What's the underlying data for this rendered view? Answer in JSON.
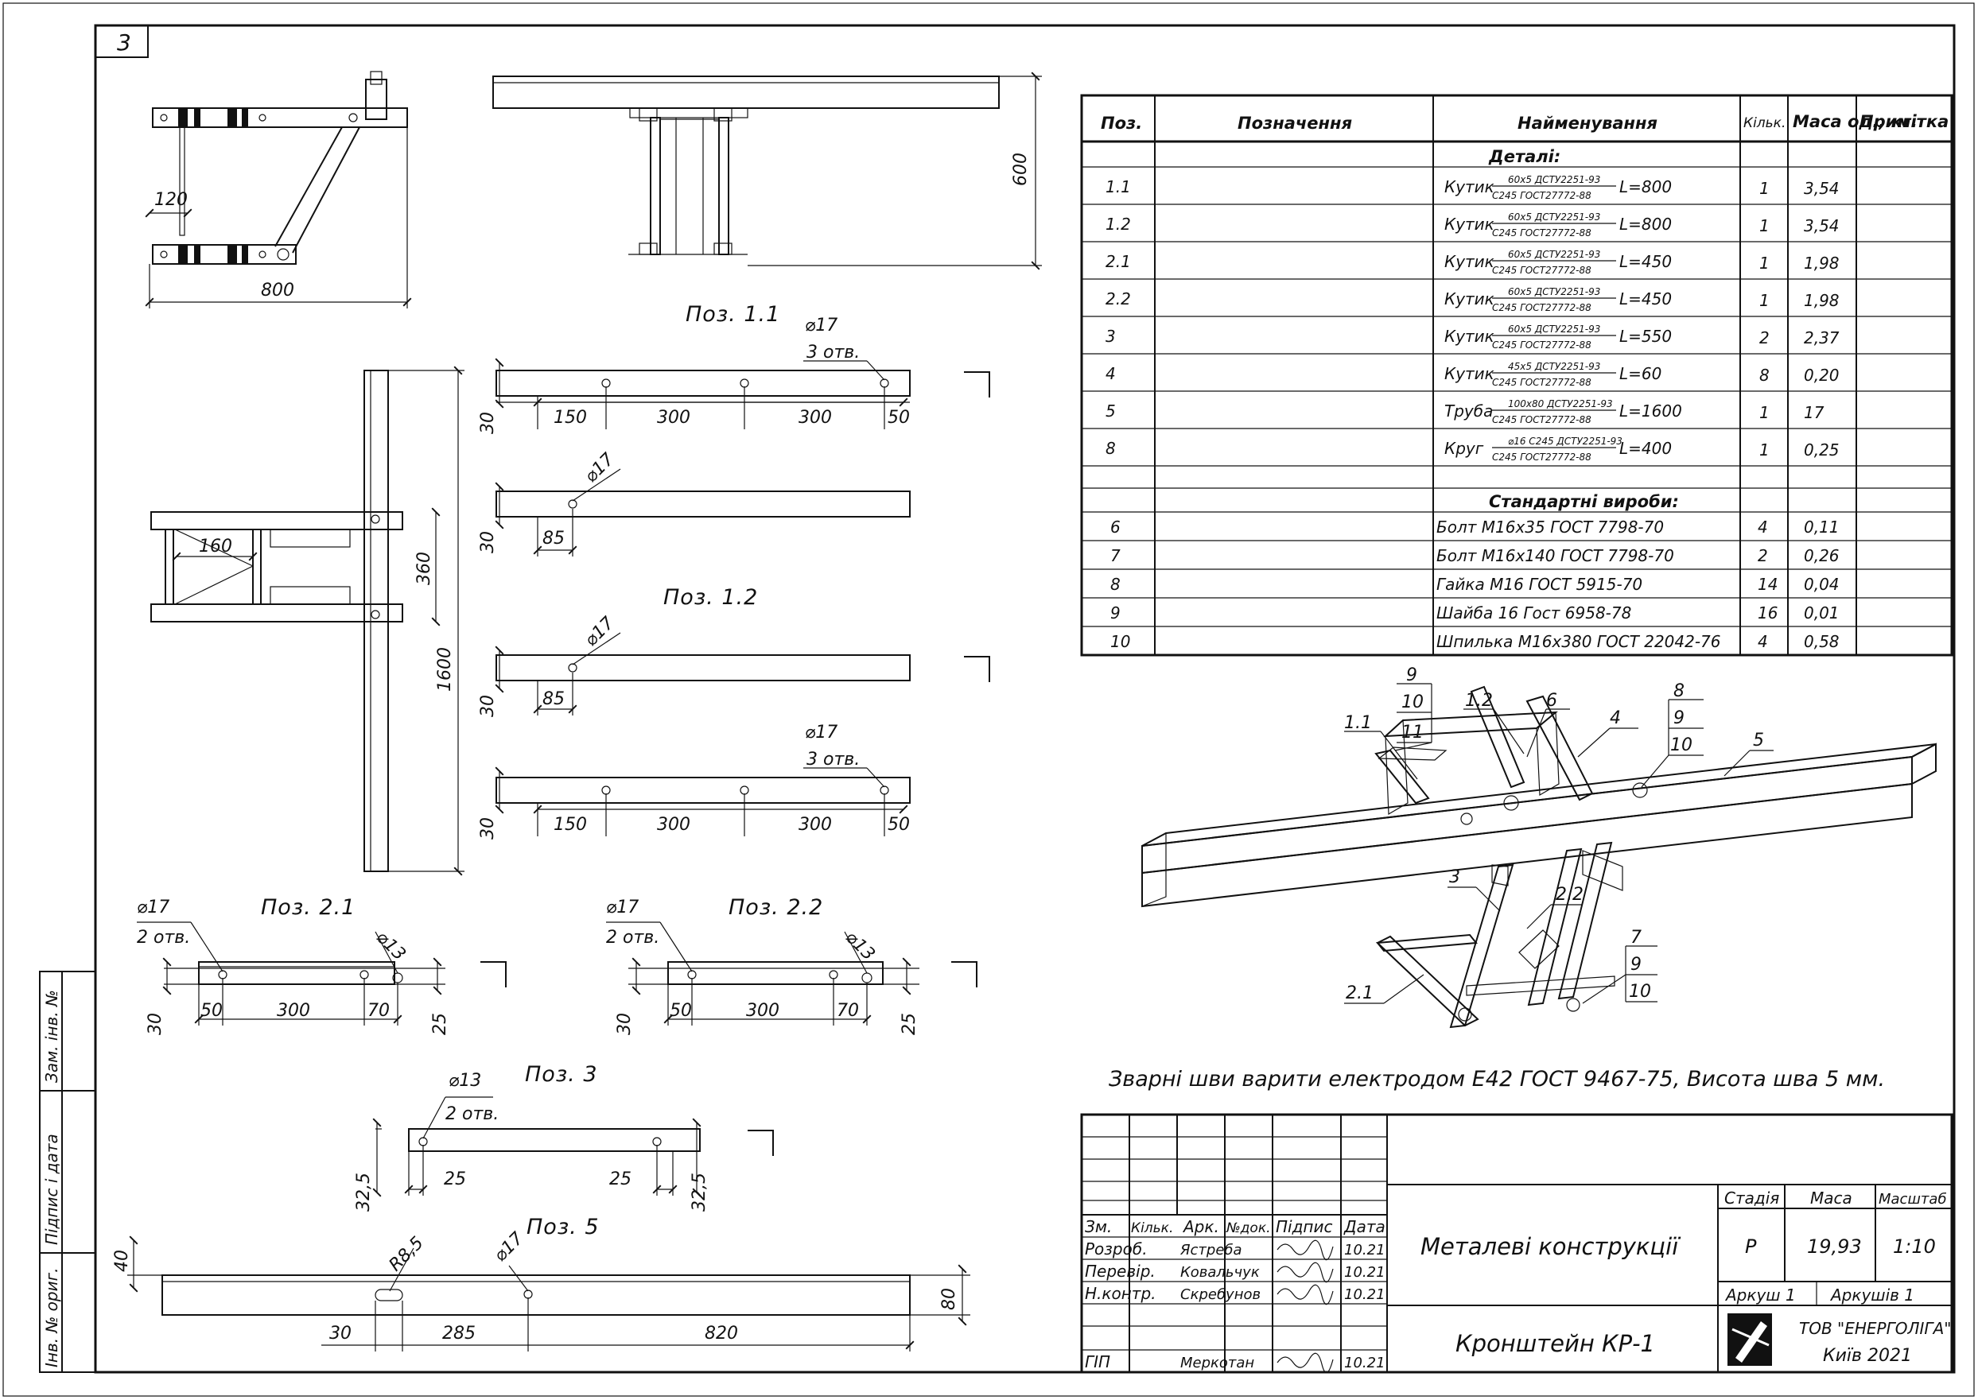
{
  "sheet": {
    "number": "3",
    "note": "Зварні шви варити електродом Е42 ГОСТ 9467-75, Висота шва 5 мм.",
    "side_labels": [
      "Інв. № ориг.",
      "Підпис і дата",
      "Зам. інв. №"
    ]
  },
  "views": {
    "top": {
      "dim_width": "800",
      "dim_arm": "120",
      "dim_height": "600"
    },
    "plan": {
      "dim_total": "1600",
      "dim_span": "360",
      "dim_gap": "160"
    }
  },
  "parts": {
    "p11": {
      "title": "Поз. 1.1",
      "hole": "⌀17",
      "holes": "3 отв.",
      "h": "30",
      "d1": "150",
      "d2": "300",
      "d3": "300",
      "d4": "50"
    },
    "p11b": {
      "hole": "⌀17",
      "h": "30",
      "d1": "85"
    },
    "p12": {
      "title": "Поз. 1.2",
      "hole": "⌀17",
      "h": "30",
      "d1": "85"
    },
    "p12b": {
      "hole": "⌀17",
      "holes": "3 отв.",
      "h": "30",
      "d1": "150",
      "d2": "300",
      "d3": "300",
      "d4": "50"
    },
    "p21": {
      "title": "Поз. 2.1",
      "hole": "⌀17",
      "holes": "2 отв.",
      "hole2": "⌀13",
      "h": "30",
      "d1": "50",
      "d2": "300",
      "d3": "70",
      "d4": "25"
    },
    "p22": {
      "title": "Поз. 2.2",
      "hole": "⌀17",
      "holes": "2 отв.",
      "hole2": "⌀13",
      "h": "30",
      "d1": "50",
      "d2": "300",
      "d3": "70",
      "d4": "25"
    },
    "p3": {
      "title": "Поз. 3",
      "hole": "⌀13",
      "holes": "2 отв.",
      "h1": "32,5",
      "d1": "25",
      "d2": "25",
      "h2": "32,5"
    },
    "p5": {
      "title": "Поз. 5",
      "slot": "R8,5",
      "hole": "⌀17",
      "h": "40",
      "d1": "30",
      "d2": "285",
      "d3": "820",
      "d4": "80"
    }
  },
  "spec": {
    "headers": {
      "pos": "Поз.",
      "designation": "Позначення",
      "name": "Найменування",
      "qty": "Кільк.",
      "mass": "Маса од., кг.",
      "note": "Примітка"
    },
    "section_details": "Деталі:",
    "details": [
      {
        "pos": "1.1",
        "kind": "Кутик",
        "top": "60x5 ДСТУ2251-93",
        "bottom": "С245 ГОСТ27772-88",
        "len": "L=800",
        "qty": "1",
        "mass": "3,54"
      },
      {
        "pos": "1.2",
        "kind": "Кутик",
        "top": "60x5 ДСТУ2251-93",
        "bottom": "С245 ГОСТ27772-88",
        "len": "L=800",
        "qty": "1",
        "mass": "3,54"
      },
      {
        "pos": "2.1",
        "kind": "Кутик",
        "top": "60x5 ДСТУ2251-93",
        "bottom": "С245 ГОСТ27772-88",
        "len": "L=450",
        "qty": "1",
        "mass": "1,98"
      },
      {
        "pos": "2.2",
        "kind": "Кутик",
        "top": "60x5 ДСТУ2251-93",
        "bottom": "С245 ГОСТ27772-88",
        "len": "L=450",
        "qty": "1",
        "mass": "1,98"
      },
      {
        "pos": "3",
        "kind": "Кутик",
        "top": "60x5 ДСТУ2251-93",
        "bottom": "С245 ГОСТ27772-88",
        "len": "L=550",
        "qty": "2",
        "mass": "2,37"
      },
      {
        "pos": "4",
        "kind": "Кутик",
        "top": "45x5 ДСТУ2251-93",
        "bottom": "С245 ГОСТ27772-88",
        "len": "L=60",
        "qty": "8",
        "mass": "0,20"
      },
      {
        "pos": "5",
        "kind": "Труба",
        "top": "100x80 ДСТУ2251-93",
        "bottom": "С245 ГОСТ27772-88",
        "len": "L=1600",
        "qty": "1",
        "mass": "17"
      },
      {
        "pos": "8",
        "kind": "Круг",
        "top": "⌀16 С245 ДСТУ2251-93",
        "bottom": "С245 ГОСТ27772-88",
        "len": "L=400",
        "qty": "1",
        "mass": "0,25"
      }
    ],
    "section_standard": "Стандартні вироби:",
    "standard": [
      {
        "pos": "6",
        "name": "Болт М16х35 ГОСТ 7798-70",
        "qty": "4",
        "mass": "0,11"
      },
      {
        "pos": "7",
        "name": "Болт М16х140 ГОСТ 7798-70",
        "qty": "2",
        "mass": "0,26"
      },
      {
        "pos": "8",
        "name": "Гайка М16 ГОСТ 5915-70",
        "qty": "14",
        "mass": "0,04"
      },
      {
        "pos": "9",
        "name": "Шайба 16 Гост 6958-78",
        "qty": "16",
        "mass": "0,01"
      },
      {
        "pos": "10",
        "name": "Шпилька М16х380 ГОСТ 22042-76",
        "qty": "4",
        "mass": "0,58"
      }
    ]
  },
  "iso_labels": {
    "l9a": "9",
    "l10a": "10",
    "l11": "11",
    "l11b": "1.1",
    "l12": "1.2",
    "l6": "6",
    "l4": "4",
    "l8": "8",
    "l9b": "9",
    "l10b": "10",
    "l5": "5",
    "l3": "3",
    "l22": "2.2",
    "l7": "7",
    "l9c": "9",
    "l10c": "10",
    "l21": "2.1"
  },
  "title_block": {
    "cols": {
      "zm": "Зм.",
      "kilk": "Кільк.",
      "ark": "Арк.",
      "ndok": "№док.",
      "pidpys": "Підпис",
      "data": "Дата"
    },
    "rows": [
      {
        "role": "Розроб.",
        "name": "Ястреба",
        "date": "10.21"
      },
      {
        "role": "Перевір.",
        "name": "Ковальчук",
        "date": "10.21"
      },
      {
        "role": "Н.контр.",
        "name": "Скребунов",
        "date": "10.21"
      },
      {
        "role": "ГІП",
        "name": "Меркотан",
        "date": "10.21"
      }
    ],
    "project": "Металеві конструкції",
    "drawing": "Кронштейн КР-1",
    "stage_h": "Стадія",
    "mass_h": "Маса",
    "scale_h": "Масштаб",
    "stage": "Р",
    "mass": "19,93",
    "scale": "1:10",
    "sheet": "Аркуш 1",
    "sheets": "Аркушів 1",
    "company": "ТОВ \"ЕНЕРГОЛІГА\"",
    "city": "Київ 2021"
  }
}
